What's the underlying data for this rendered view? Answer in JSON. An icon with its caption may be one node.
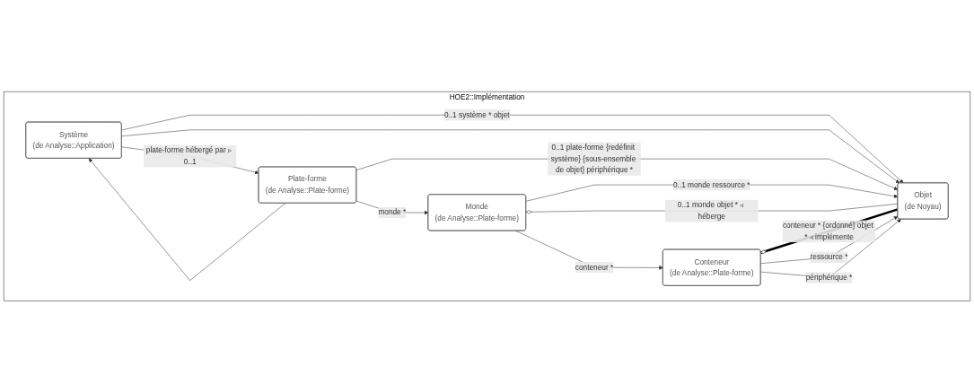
{
  "diagram": {
    "nodes": [
      {
        "text": [
          "HOE2::Implémentation"
        ]
      },
      {
        "text": [
          "Système",
          "(de Analyse::Application)"
        ],
        "in": 0
      },
      {
        "text": [
          "Plate-forme",
          "(de Analyse::Plate-forme)"
        ],
        "in": 0
      },
      {
        "text": [
          "Monde",
          "(de Analyse::Plate-forme)"
        ],
        "in": 0
      },
      {
        "text": [
          "Conteneur",
          "(de Analyse::Plate-forme)"
        ],
        "in": 0
      },
      {
        "text": [
          "Objet",
          "(de Noyau)"
        ],
        "in": 0
      }
    ],
    "edges": [
      {
        "from": 2,
        "to": 1,
        "arrow": "to"
      },
      {
        "from": 1,
        "to": 2,
        "arrow": "to",
        "label": "plate-forme hébergé par ▹ 0..1"
      },
      {
        "from": 2,
        "to": 3,
        "arrow": "to",
        "label": "monde *"
      },
      {
        "from": 3,
        "to": 4,
        "arrow": "to",
        "label": "conteneur *"
      },
      {
        "from": 1,
        "to": 5,
        "arrow": "to",
        "label": "0..1 système * objet"
      },
      {
        "from": 1,
        "to": 5,
        "arrow": "to"
      },
      {
        "from": 2,
        "to": 5,
        "arrow": "to",
        "label": "0..1 plate-forme {redéfinit système} {sous-ensemble de objet} périphérique *"
      },
      {
        "from": 3,
        "to": 5,
        "arrow": "to",
        "label": "0..1 monde ressource *"
      },
      {
        "from": 3,
        "to": 5,
        "arrow": "other",
        "label": "0..1 monde objet * ◃ héberge"
      },
      {
        "from": 4,
        "to": 5,
        "arrow": "other",
        "label": "conteneur * {ordonné} objet * ◃ implémente",
        "style": "thick",
        "color": "#000000"
      },
      {
        "from": 4,
        "to": 5,
        "arrow": "to",
        "label": "ressource *"
      },
      {
        "from": 4,
        "to": 5,
        "arrow": "to",
        "label": "périphérique *"
      }
    ]
  }
}
